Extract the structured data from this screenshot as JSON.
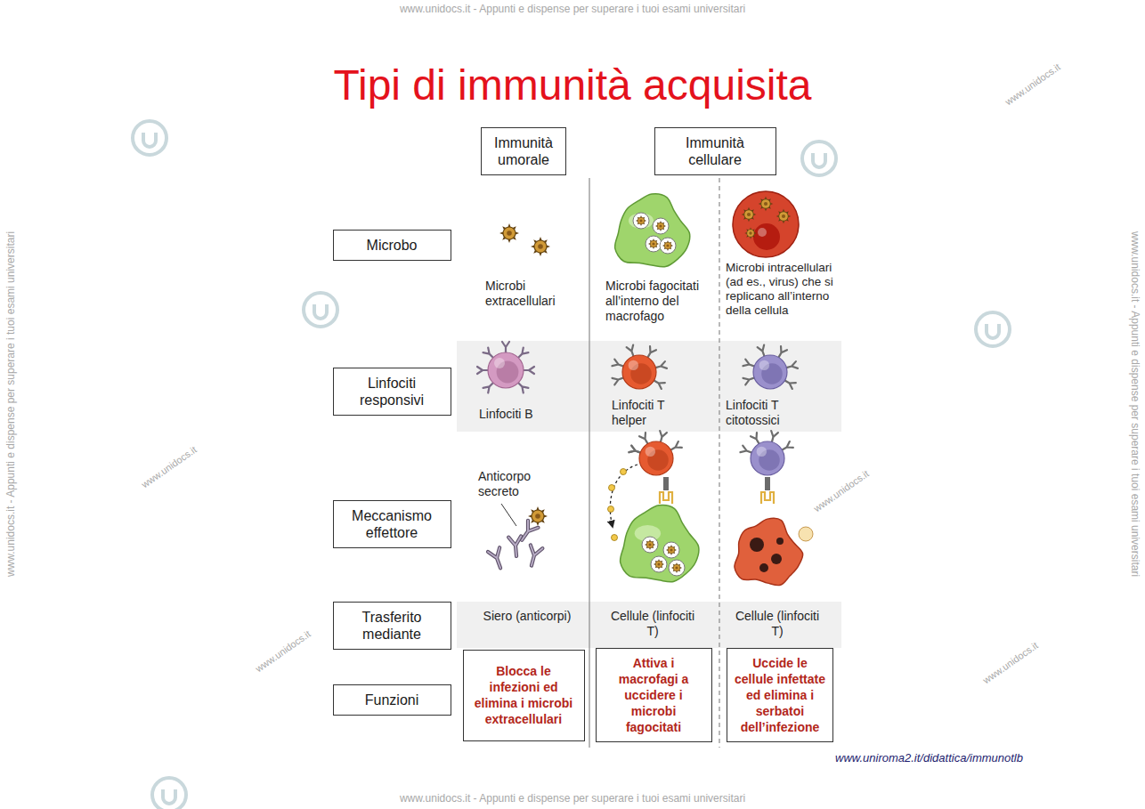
{
  "diagram": {
    "title": "Tipi di immunità acquisita",
    "nodes": [
      {
        "text": [
          "Immunità umorale"
        ]
      },
      {
        "text": [
          "Immunità cellulare"
        ]
      },
      {
        "text": [
          "Microbo"
        ]
      },
      {
        "text": [
          "Linfociti responsivi"
        ]
      },
      {
        "text": [
          "Meccanismo effettore"
        ]
      },
      {
        "text": [
          "Trasferito mediante"
        ]
      },
      {
        "text": [
          "Funzioni"
        ]
      },
      {
        "text": [
          "Blocca le infezioni ed elimina i microbi extracellulari"
        ]
      },
      {
        "text": [
          "Attiva i macrofagi a uccidere i microbi fagocitati"
        ]
      },
      {
        "text": [
          "Uccide le cellule infettate ed elimina i serbatoi dell’infezione"
        ]
      }
    ],
    "labels": [
      "Microbi extracellulari",
      "Microbi fagocitati all’interno del macrofago",
      "Microbi intracellulari (ad es., virus) che si replicano all’interno della cellula",
      "Linfociti B",
      "Linfociti T helper",
      "Linfociti T citotossici",
      "Anticorpo secreto",
      "Siero (anticorpi)",
      "Cellule (linfociti T)",
      "Cellule (linfociti T)",
      "www.uniroma2.it/didattica/immunotlb",
      "www.unidocs.it - Appunti e dispense per superare i tuoi esami universitari",
      "www.unidocs.it - Appunti e dispense per superare i tuoi esami universitari",
      "www.unidocs.it - Appunti e dispense per superare i tuoi esami universitari",
      "www.unidocs.it - Appunti e dispense per superare i tuoi esami universitari",
      "www.unidocs.it",
      "www.unidocs.it",
      "www.unidocs.it",
      "www.unidocs.it",
      "www.unidocs.it"
    ]
  }
}
